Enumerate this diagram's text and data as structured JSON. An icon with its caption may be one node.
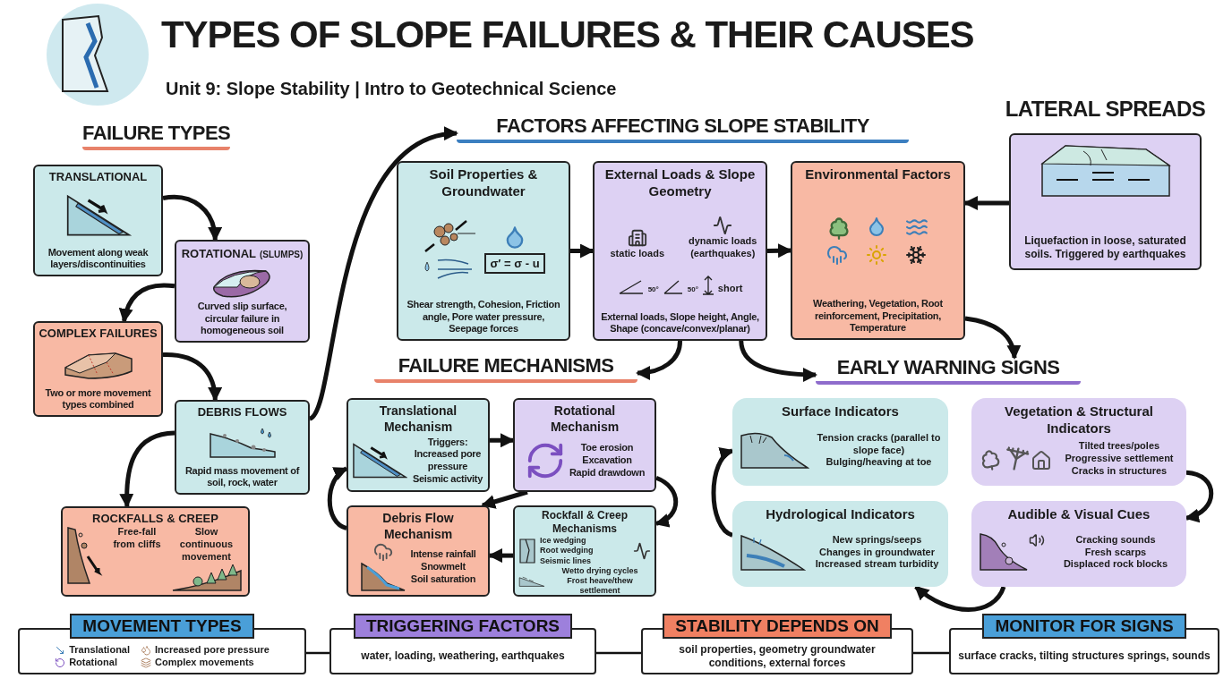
{
  "diagram": {
    "title": "TYPES OF SLOPE FAILURES & THEIR CAUSES",
    "nodes": [
      {
        "text": [
          "TRANSLATIONAL",
          "Movement along weak layers/discontinuities"
        ]
      },
      {
        "text": [
          "ROTATIONAL",
          "(SLUMPS)",
          "Curved slip surface, circular failure in homogeneous soil"
        ]
      },
      {
        "text": [
          "COMPLEX FAILURES",
          "Two or more movement types combined"
        ]
      },
      {
        "text": [
          "DEBRIS FLOWS",
          "Rapid mass movement of soil, rock, water"
        ]
      },
      {
        "text": [
          "ROCKFALLS & CREEP",
          "Free-fall from cliffs",
          "Slow continuous movement"
        ]
      },
      {
        "text": [
          "FACTORS AFFECTING SLOPE STABILITY"
        ]
      },
      {
        "text": [
          "Soil Properties & Groundwater",
          "σ′ = σ - u",
          "Shear strength, Cohesion, Friction angle, Pore water pressure, Seepage forces"
        ]
      },
      {
        "text": [
          "External Loads & Slope Geometry",
          "static loads",
          "dynamic loads (earthquakes)",
          "50°",
          "50°",
          "short",
          "External loads, Slope height, Angle, Shape (concave/convex/planar)"
        ]
      },
      {
        "text": [
          "Environmental Factors",
          "Weathering, Vegetation, Root reinforcement, Precipitation, Temperature"
        ]
      },
      {
        "text": [
          "LATERAL SPREADS",
          "Liquefaction in loose, saturated soils. Triggered by earthquakes"
        ]
      },
      {
        "text": [
          "FAILURE MECHANISMS"
        ]
      },
      {
        "text": [
          "Translational Mechanism",
          "Triggers:",
          "Increased pore pressure",
          "Seismic activity"
        ]
      },
      {
        "text": [
          "Rotational Mechanism",
          "Toe erosion",
          "Excavation",
          "Rapid drawdown"
        ]
      },
      {
        "text": [
          "Debris Flow Mechanism",
          "Intense rainfall",
          "Snowmelt",
          "Soil saturation"
        ]
      },
      {
        "text": [
          "Rockfall & Creep Mechanisms",
          "Ice wedging",
          "Root wedging",
          "Seismic lines",
          "Wetto drying cycles",
          "Frost heave/thew settlement"
        ]
      },
      {
        "text": [
          "EARLY WARNING SIGNS"
        ]
      },
      {
        "text": [
          "Surface Indicators",
          "Tension cracks (parallel to slope face)",
          "Bulging/heaving at toe"
        ]
      },
      {
        "text": [
          "Vegetation & Structural Indicators",
          "Tilted trees/poles",
          "Progressive settlement",
          "Cracks in structures"
        ]
      },
      {
        "text": [
          "Hydrological Indicators",
          "New springs/seeps",
          "Changes in groundwater",
          "Increased stream turbidity"
        ]
      },
      {
        "text": [
          "Audible & Visual Cues",
          "Cracking sounds",
          "Fresh scarps",
          "Displaced rock blocks"
        ]
      },
      {
        "text": [
          "MOVEMENT TYPES",
          "Translational",
          "Increased pore pressure",
          "Rotational",
          "Complex movements"
        ]
      },
      {
        "text": [
          "TRIGGERING FACTORS",
          "water, loading, weathering, earthquakes"
        ]
      },
      {
        "text": [
          "STABILITY DEPENDS ON",
          "soil properties, geometry groundwater conditions, external forces"
        ]
      },
      {
        "text": [
          "MONITOR FOR SIGNS",
          "surface cracks, tilting structures springs, sounds"
        ]
      }
    ],
    "edges": [
      {
        "from": 0,
        "to": 1,
        "arrow": "to"
      },
      {
        "from": 1,
        "to": 2,
        "arrow": "to"
      },
      {
        "from": 2,
        "to": 3,
        "arrow": "to"
      },
      {
        "from": 3,
        "to": 4,
        "arrow": "to"
      },
      {
        "from": 3,
        "to": 5,
        "arrow": "to"
      },
      {
        "from": 6,
        "to": 7,
        "arrow": "to"
      },
      {
        "from": 7,
        "to": 8,
        "arrow": "to"
      },
      {
        "from": 9,
        "to": 8,
        "arrow": "to"
      },
      {
        "from": 7,
        "to": 10,
        "arrow": "to"
      },
      {
        "from": 7,
        "to": 15,
        "arrow": "to"
      },
      {
        "from": 8,
        "to": 15,
        "arrow": "to"
      },
      {
        "from": 11,
        "to": 12,
        "arrow": "to"
      },
      {
        "from": 12,
        "to": 13,
        "arrow": "to"
      },
      {
        "from": 12,
        "to": 14,
        "arrow": "to"
      },
      {
        "from": 14,
        "to": 13,
        "arrow": "to"
      },
      {
        "from": 13,
        "to": 11,
        "arrow": "to"
      },
      {
        "from": 17,
        "to": 19,
        "arrow": "to"
      },
      {
        "from": 19,
        "to": 18,
        "arrow": "to"
      },
      {
        "from": 18,
        "to": 16,
        "arrow": "to"
      },
      {
        "from": 20,
        "to": 21,
        "arrow": "none"
      },
      {
        "from": 21,
        "to": 22,
        "arrow": "none"
      },
      {
        "from": 22,
        "to": 23,
        "arrow": "none"
      }
    ],
    "labels": [
      "Unit 9: Slope Stability | Intro to Geotechnical Science",
      "FAILURE TYPES"
    ]
  }
}
